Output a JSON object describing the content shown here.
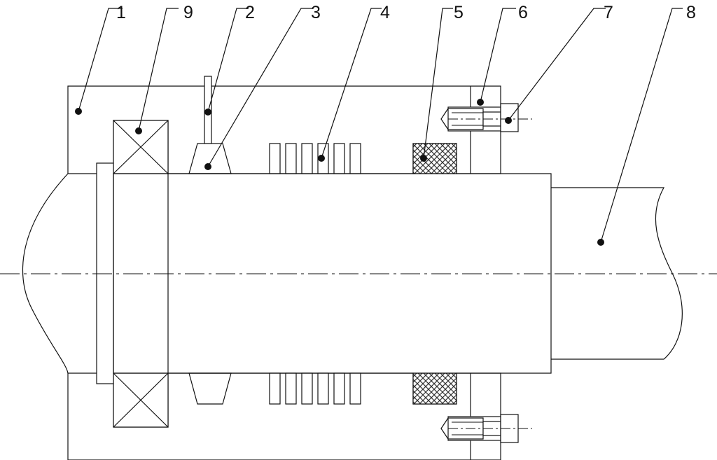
{
  "diagram": {
    "colors": {
      "ink": "#111111",
      "hatch": "#333333",
      "background": "#ffffff"
    },
    "labels": [
      {
        "id": "part-1",
        "text": "1"
      },
      {
        "id": "part-9",
        "text": "9"
      },
      {
        "id": "part-2",
        "text": "2"
      },
      {
        "id": "part-3",
        "text": "3"
      },
      {
        "id": "part-4",
        "text": "4"
      },
      {
        "id": "part-5",
        "text": "5"
      },
      {
        "id": "part-6",
        "text": "6"
      },
      {
        "id": "part-7",
        "text": "7"
      },
      {
        "id": "part-8",
        "text": "8"
      }
    ]
  }
}
